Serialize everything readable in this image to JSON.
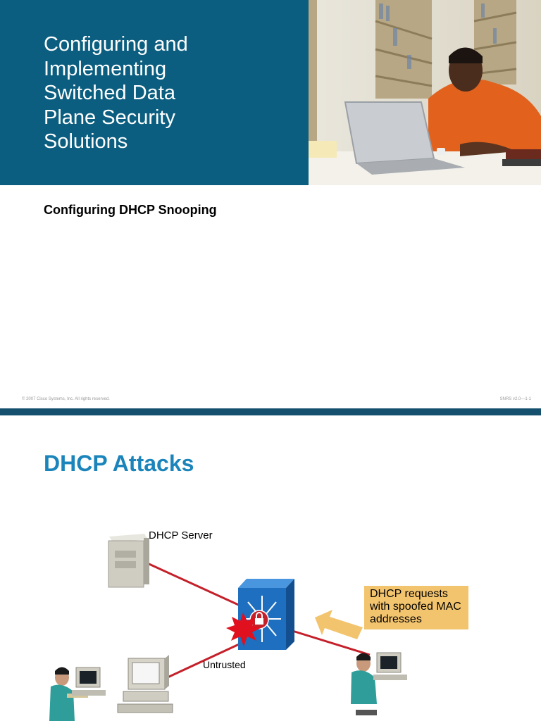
{
  "slide1": {
    "title": "Configuring and\nImplementing\nSwitched Data\nPlane Security\nSolutions",
    "subtitle": "Configuring DHCP Snooping",
    "copyright": "© 2007 Cisco Systems, Inc. All rights reserved.",
    "course_code": "SNRS v2.0—1-1"
  },
  "slide2": {
    "title": "DHCP Attacks",
    "server_label": "DHCP Server",
    "untrusted_label": "Untrusted",
    "callout_text": "DHCP requests with spoofed MAC addresses"
  },
  "colors": {
    "banner": "#0b5e7f",
    "separator": "#14506e",
    "title_blue": "#1a84bb",
    "link_red": "#c4202a",
    "callout": "#f3c46e"
  },
  "icons": [
    "server-icon",
    "switch-icon",
    "attack-burst-icon",
    "lock-icon",
    "arrow-icon",
    "workstation-icon",
    "user-icon"
  ]
}
